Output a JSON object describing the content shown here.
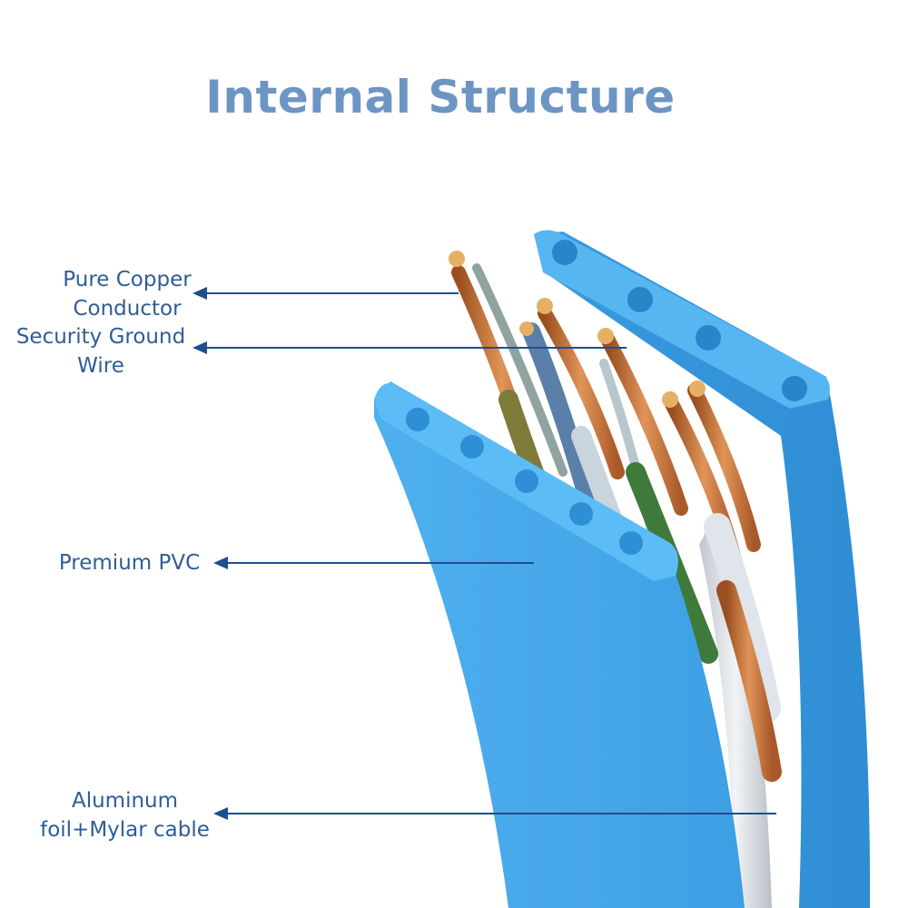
{
  "title": "Internal Structure",
  "labels": {
    "copper": [
      "Pure Copper",
      "Conductor"
    ],
    "ground": [
      "Security Ground",
      "Wire"
    ],
    "pvc": [
      "Premium PVC"
    ],
    "foil": [
      "Aluminum",
      "foil+Mylar cable"
    ]
  },
  "colors": {
    "title": "#6d95c4",
    "label_text": "#2f5d96",
    "arrow": "#1f4e8c",
    "jacket": "#4aaaea",
    "jacket_dark": "#2e8fd6",
    "copper": "#c8733a"
  }
}
